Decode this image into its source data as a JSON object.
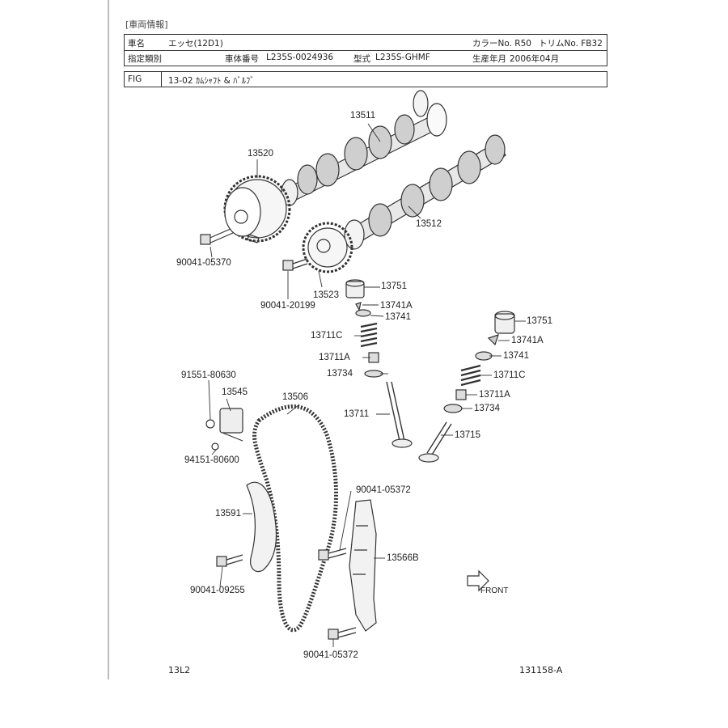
{
  "header": {
    "section_title": "[車両情報]",
    "row1": {
      "name_label": "車名",
      "name_value": "エッセ(12D1)",
      "color": "カラーNo. R50",
      "trim": "トリムNo. FB32"
    },
    "row2": {
      "type_label": "指定類別",
      "vin_label": "車体番号",
      "vin_value": "L235S-0024936",
      "model_label": "型式",
      "model_value": "L235S-GHMF",
      "date_label": "生産年月",
      "date_value": "2006年04月"
    },
    "fig_label": "FIG",
    "fig_value": "13-02 ｶﾑｼｬﾌﾄ & ﾊﾞﾙﾌﾞ"
  },
  "parts": {
    "p13511": "13511",
    "p13520": "13520",
    "p13512": "13512",
    "p90041_05370": "90041-05370",
    "p13523": "13523",
    "p90041_20199": "90041-20199",
    "p13751_a": "13751",
    "p13741A_a": "13741A",
    "p13741_a": "13741",
    "p13711C_a": "13711C",
    "p13711A_a": "13711A",
    "p13734_a": "13734",
    "p13711": "13711",
    "p13751_b": "13751",
    "p13741A_b": "13741A",
    "p13741_b": "13741",
    "p13711C_b": "13711C",
    "p13711A_b": "13711A",
    "p13734_b": "13734",
    "p13715": "13715",
    "p91551_80630": "91551-80630",
    "p13545": "13545",
    "p94151_80600": "94151-80600",
    "p13506": "13506",
    "p90041_05372_a": "90041-05372",
    "p13591": "13591",
    "p13566B": "13566B",
    "p90041_09255": "90041-09255",
    "p90041_05372_b": "90041-05372",
    "front": "FRONT"
  },
  "footer": {
    "left": "13L2",
    "right": "131158-A"
  }
}
